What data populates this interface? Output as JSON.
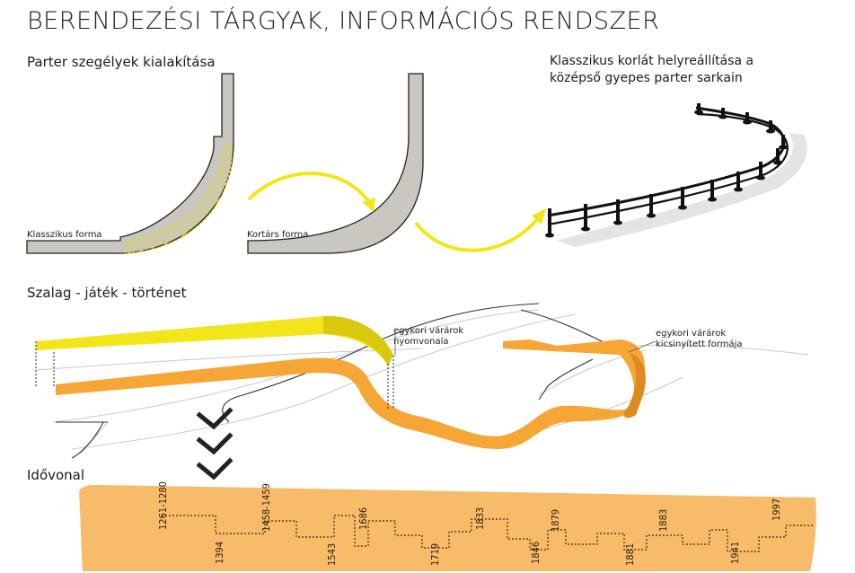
{
  "title": "BERENDEZÉSI TÁRGYAK, INFORMÁCIÓS RENDSZER",
  "sections": {
    "parter": {
      "heading": "Parter szegélyek kialakítása",
      "classic_label": "Klasszikus forma",
      "modern_label": "Kortárs forma"
    },
    "railing": {
      "caption_line1": "Klasszikus korlát helyreállítása a",
      "caption_line2": "középső gyepes parter sarkain"
    },
    "ribbon": {
      "heading": "Szalag - játék - történet",
      "note1_line1": "egykori várárok",
      "note1_line2": "nyomvonala",
      "note2_line1": "egykori várárok",
      "note2_line2": "kicsinyített formája"
    },
    "timeline": {
      "heading": "Idővonal",
      "years": [
        "1261-1280",
        "1394",
        "1458-1459",
        "1543",
        "1686",
        "1719",
        "1833",
        "1846",
        "1879",
        "1881",
        "1883",
        "1941",
        "1997"
      ]
    }
  },
  "colors": {
    "yellow": "#f2e61a",
    "orange": "#f5a634",
    "timeline_fill": "#f8bb6a",
    "wall_gray": "#c9c7c0"
  }
}
